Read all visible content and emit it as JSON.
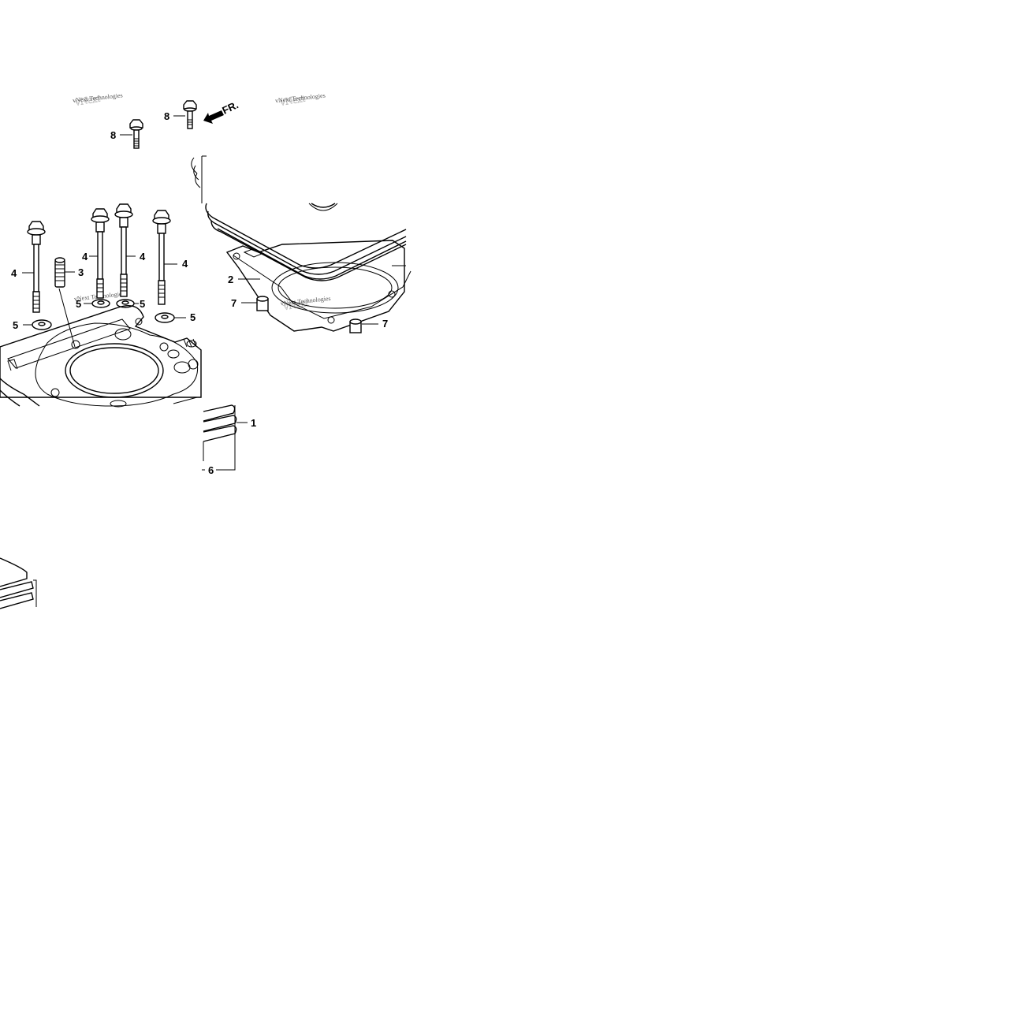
{
  "diagram": {
    "direction_label": "FR.",
    "watermark_text": "vNext Technologies",
    "callouts": {
      "c1": "1",
      "c2": "2",
      "c3": "3",
      "c4a": "4",
      "c4b": "4",
      "c4c": "4",
      "c4d": "4",
      "c5a": "5",
      "c5b": "5",
      "c5c": "5",
      "c5d": "5",
      "c6": "6",
      "c7a": "7",
      "c7b": "7",
      "c8a": "8",
      "c8b": "8"
    }
  }
}
